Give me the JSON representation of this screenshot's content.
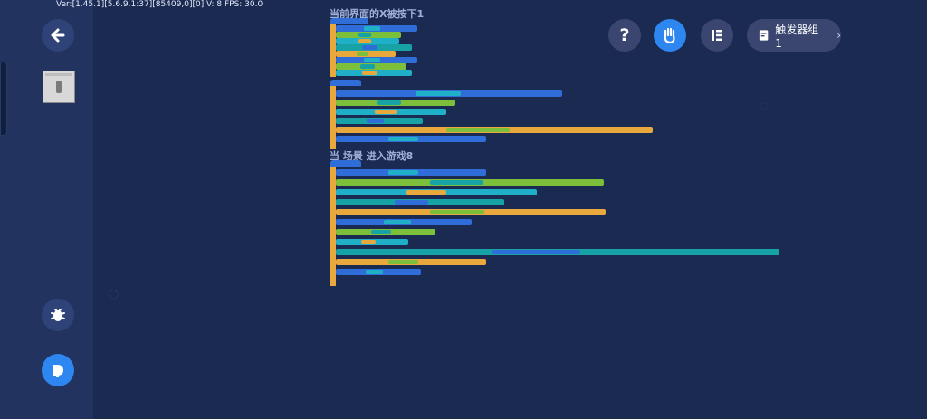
{
  "status": {
    "version_text": "Ver:[1.45.1][5.6.9.1:37][85409,0][0] V: 8 FPS: 30.0"
  },
  "sidebar": {
    "back_icon": "arrow-left-icon",
    "debug_icon": "bug-icon",
    "run_icon": "play-icon"
  },
  "toolbar": {
    "help_label": "?",
    "hand_icon": "hand-icon",
    "list_icon": "list-icon",
    "trigger_group_label": "触发器组 1",
    "trigger_chev": "›"
  },
  "scripts": [
    {
      "title": "当前界面的X被按下1"
    },
    {
      "title": "当 场景 进入游戏8"
    }
  ],
  "colors": {
    "accent": "#2e86f0",
    "block_blue": "#2f6ed8",
    "block_orange": "#e8a83c",
    "block_green": "#7cbf3a",
    "block_cyan": "#1fb0c8",
    "block_teal": "#17a2a6"
  }
}
